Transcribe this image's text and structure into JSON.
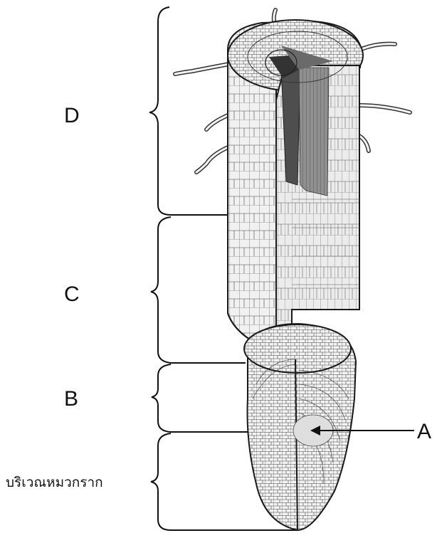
{
  "figure": {
    "description": "Longitudinal section of a root tip showing zones",
    "labels": {
      "zone_d": "D",
      "zone_c": "C",
      "zone_b": "B",
      "root_cap": "บริเวณหมวกราก",
      "pointer_a": "A"
    },
    "colors": {
      "line": "#1a1a1a",
      "tissue_light": "#f2f2f2",
      "tissue_mid": "#d9d9d9",
      "vascular_dark": "#555555",
      "vascular_mid": "#9a9a9a"
    }
  }
}
